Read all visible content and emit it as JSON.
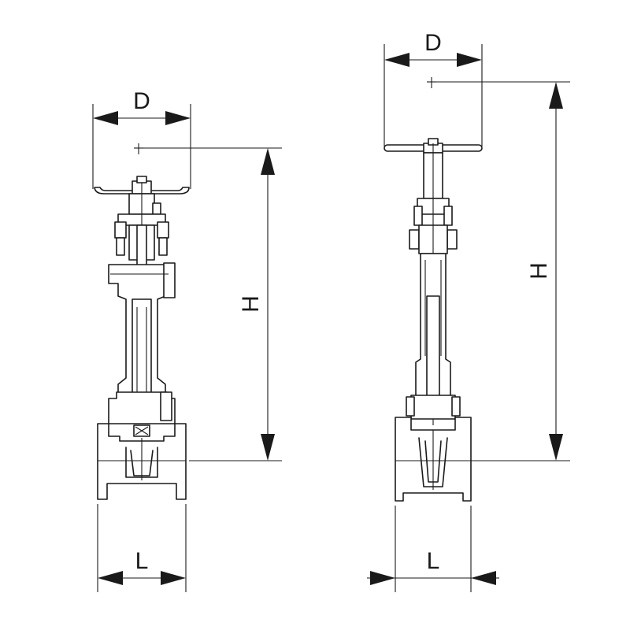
{
  "views": {
    "left": {
      "dim_d": "D",
      "dim_h": "H",
      "dim_l": "L"
    },
    "right": {
      "dim_d": "D",
      "dim_h": "H",
      "dim_l": "L"
    }
  },
  "colors": {
    "line": "#1a1a1a",
    "background": "#ffffff"
  }
}
